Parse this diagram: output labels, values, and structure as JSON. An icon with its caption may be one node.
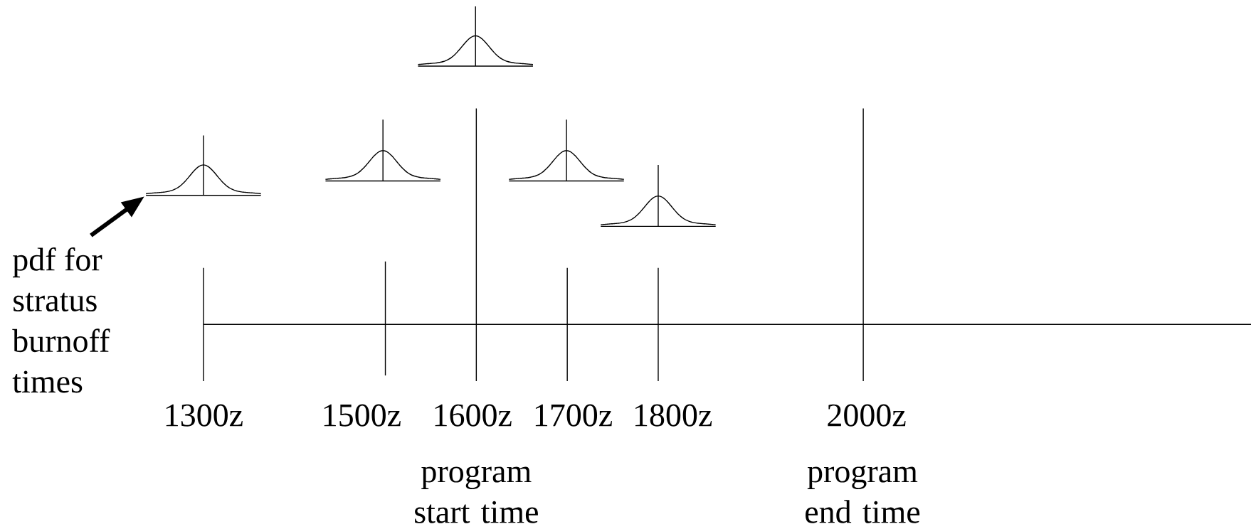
{
  "diagram": {
    "nodes": [
      {
        "text": [
          "pdf for stratus burnoff times"
        ]
      },
      {
        "text": [],
        "shape": "curve"
      },
      {
        "text": [],
        "shape": "curve"
      },
      {
        "text": [],
        "shape": "curve"
      },
      {
        "text": [],
        "shape": "curve"
      },
      {
        "text": [],
        "shape": "curve"
      }
    ],
    "edges": [
      {
        "from": 0,
        "to": 1,
        "arrow": "to"
      }
    ],
    "labels": [
      "1300z",
      "1500z",
      "1600z",
      "1700z",
      "1800z",
      "2000z",
      "program start time",
      "program end time"
    ]
  }
}
